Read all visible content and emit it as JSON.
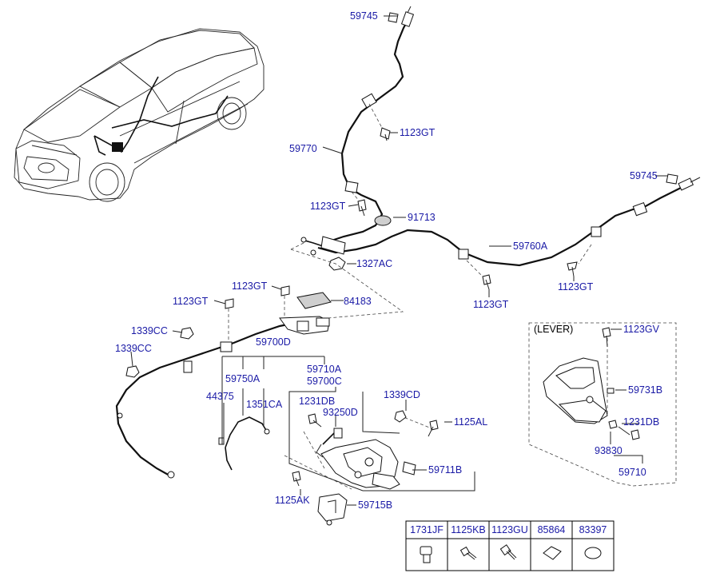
{
  "diagram": {
    "labels": {
      "cable_top_end_clip": "59745",
      "rear_cable_right": "59745",
      "bolt_upper_cable": "1123GT",
      "cable_left": "59770",
      "bolt_mid_cable": "1123GT",
      "grommet": "91713",
      "cable_right": "59760A",
      "nut_equalizer": "1327AC",
      "bolt_right_cable_1": "1123GT",
      "bolt_right_cable_2": "1123GT",
      "bolt_front_1": "1123GT",
      "bolt_front_2": "1123GT",
      "pad": "84183",
      "nut_front_1": "1339CC",
      "nut_front_2": "1339CC",
      "pedal_assy": "59700D",
      "release_cable": "59750A",
      "clip_44375": "44375",
      "clip_1351ca": "1351CA",
      "pedal_sub_a": "59710A",
      "pedal_sub_c": "59700C",
      "screw_1231db": "1231DB",
      "switch_93250d": "93250D",
      "nut_1339cd": "1339CD",
      "bolt_1125al": "1125AL",
      "bushing_59711b": "59711B",
      "bolt_1125ak": "1125AK",
      "bracket_59715b": "59715B",
      "lever_title": "(LEVER)",
      "lever_bolt": "1123GV",
      "lever_pin": "59731B",
      "lever_screw": "1231DB",
      "lever_switch": "93830",
      "lever_assy": "59710"
    },
    "legend_table": {
      "headers": [
        "1731JF",
        "1125KB",
        "1123GU",
        "85864",
        "83397"
      ],
      "icons": [
        "bolt-flange-icon",
        "screw-icon",
        "bolt-icon",
        "diamond-pad-icon",
        "oval-plug-icon"
      ]
    },
    "colors": {
      "part_number": "#1a1aa6",
      "line": "#222222"
    }
  }
}
